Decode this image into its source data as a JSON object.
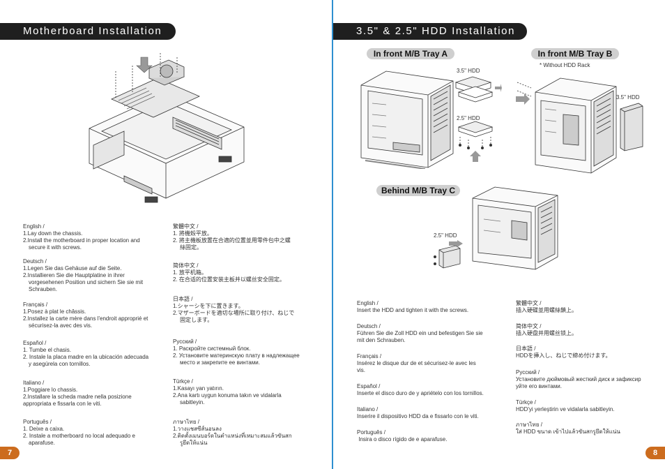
{
  "left_page": {
    "title": "Motherboard Installation",
    "page_number": "7",
    "col1": [
      {
        "title": "English /",
        "lines": [
          "1.Lay down the chassis.",
          "2.Install the motherboard in proper location and",
          "secure it with screws."
        ]
      },
      {
        "title": "Deutsch /",
        "lines": [
          "1.Legen Sie das Gehäuse auf die Seite.",
          "2.Installieren Sie die Hauptplatine in ihrer",
          "vorgesehenen Position und sichern Sie sie mit",
          "Schrauben."
        ]
      },
      {
        "title": "Français /",
        "lines": [
          "1.Posez à plat le châssis.",
          "2.Installez la carte mère dans l'endroit approprié et",
          "sécurisez-la avec des vis."
        ]
      },
      {
        "title": "Español /",
        "lines": [
          "1. Tumbe el chasis.",
          "2. Instale la placa madre en la ubicación adecuada",
          "y asegúrela con tornillos."
        ]
      },
      {
        "title": "Italiano /",
        "lines": [
          "1.Poggiare lo chassis.",
          "2.Installare la scheda madre nella posizione",
          "appropriata e fissarla con le viti."
        ]
      },
      {
        "title": "Português /",
        "lines": [
          "1. Deixe a caixa.",
          "2. Instale a motherboard no local adequado e",
          "aparafuse."
        ]
      }
    ],
    "col2": [
      {
        "title": "繁體中文 /",
        "lines": [
          "1. 將機殼平放。",
          "2. 將主機板放置在合適的位置並用零件包中之螺",
          "絲固定。"
        ]
      },
      {
        "title": "简体中文 /",
        "lines": [
          "1. 放平机箱。",
          "2. 在合适的位置安装主板并以螺丝安全固定。"
        ]
      },
      {
        "title": "日本語 /",
        "lines": [
          "1.シャーシを下に置きます。",
          "2.マザーボードを適切な場所に取り付け、ねじで",
          "固定します。"
        ]
      },
      {
        "title": "Русский /",
        "lines": [
          "1. Раскройте системный блок.",
          "2. Установите материнскую плату в надлежащее",
          "место и закрепите ее винтами."
        ]
      },
      {
        "title": "Türkçe /",
        "lines": [
          "1.Kasayı yan yatırın.",
          "2.Ana kartı uygun konuma takın ve vidalarla",
          "sabitleyin."
        ]
      },
      {
        "title": "ภาษาไทย /",
        "lines": [
          "1.วางแชสซีส์นอนลง",
          "2.ติดตั้งเมนบอร์ดในตำแหน่งที่เหมาะสมแล้วขันสก",
          "รูยึดให้แน่น"
        ]
      }
    ]
  },
  "right_page": {
    "title": "3.5\" & 2.5\" HDD Installation",
    "page_number": "8",
    "tray_a": "In front M/B Tray A",
    "tray_b": "In front M/B Tray B",
    "tray_c": "Behind M/B Tray C",
    "without_rack": "* Without HDD Rack",
    "hdd_35": "3.5\" HDD",
    "hdd_25": "2.5\" HDD",
    "col1": [
      {
        "title": "English /",
        "lines": [
          "Insert the HDD and tighten it with the screws."
        ]
      },
      {
        "title": "Deutsch /",
        "lines": [
          "Führen Sie die Zoll HDD ein und befestigen Sie sie",
          "mit den Schrauben."
        ]
      },
      {
        "title": "Français /",
        "lines": [
          "Insérez le disque dur de et sécurisez-le avec les",
          "vis."
        ]
      },
      {
        "title": "Español /",
        "lines": [
          "Inserte el disco duro de y apriételo con los tornillos."
        ]
      },
      {
        "title": "Italiano /",
        "lines": [
          "Inserire il dispositivo HDD da e fissarlo con le viti."
        ]
      },
      {
        "title": "Português /",
        "lines": [
          " Insira o disco rígido de e aparafuse."
        ]
      }
    ],
    "col2": [
      {
        "title": "繁體中文 /",
        "lines": [
          "插入硬碟並用螺絲鎖上。"
        ]
      },
      {
        "title": "简体中文 /",
        "lines": [
          "插入硬盘并用螺丝锁上。"
        ]
      },
      {
        "title": "日本語 /",
        "lines": [
          "HDDを挿入し、ねじで締め付けます。"
        ]
      },
      {
        "title": "Русский /",
        "lines": [
          "Установите дюймовый жесткий диск и зафиксир",
          "уйте его винтами."
        ]
      },
      {
        "title": "Türkçe /",
        "lines": [
          "HDD'yi yerleştirin ve vidalarla sabitleyin."
        ]
      },
      {
        "title": "ภาษาไทย /",
        "lines": [
          "ใส่ HDD ขนาด เข้าไปแล้วขันสกรูยึดให้แน่น"
        ]
      }
    ]
  }
}
